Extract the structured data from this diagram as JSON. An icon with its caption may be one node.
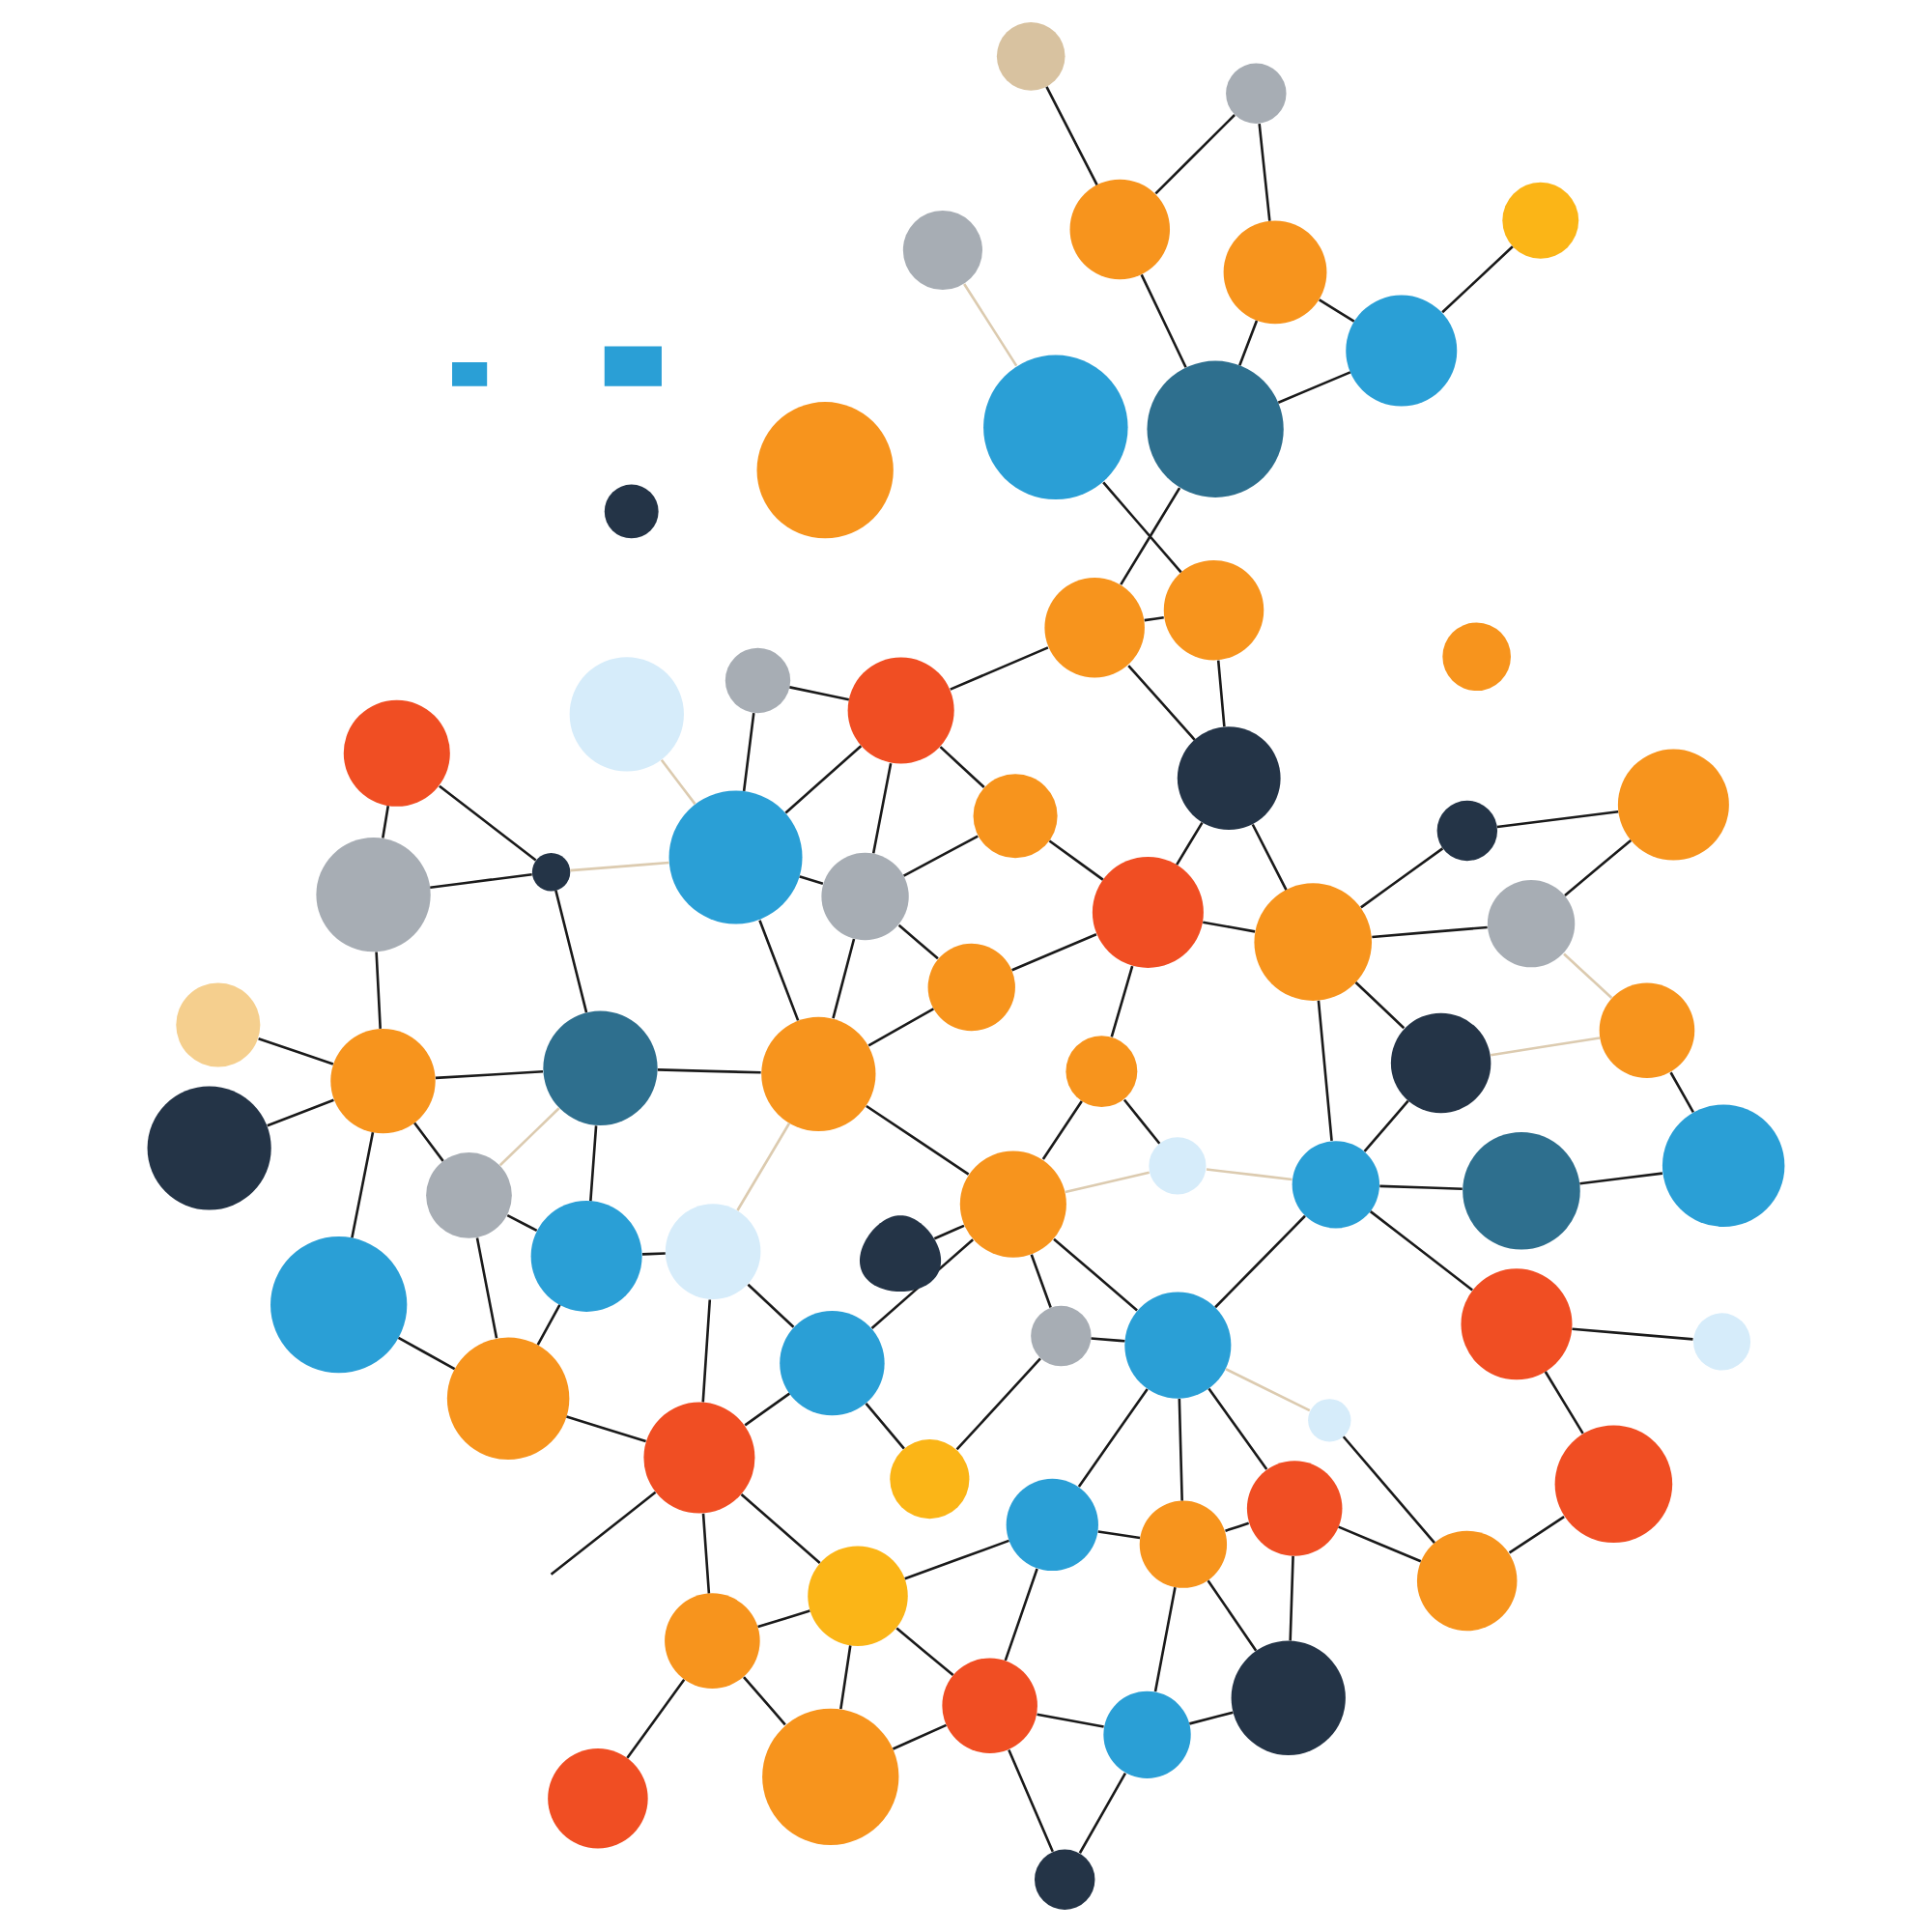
{
  "diagram": {
    "nodes": [
      {
        "text": [],
        "shape": "circle"
      },
      {
        "text": [],
        "shape": "circle"
      },
      {
        "text": [],
        "shape": "circle"
      },
      {
        "text": [],
        "shape": "circle"
      },
      {
        "text": [],
        "shape": "circle"
      },
      {
        "text": [],
        "shape": "circle"
      },
      {
        "text": [],
        "shape": "circle"
      },
      {
        "text": [],
        "shape": "circle"
      },
      {
        "text": [],
        "shape": "circle"
      },
      {
        "text": [],
        "shape": "circle"
      },
      {
        "text": [],
        "shape": "circle"
      },
      {
        "text": [],
        "shape": "circle"
      },
      {
        "text": [],
        "shape": "circle"
      },
      {
        "text": [],
        "shape": "circle"
      },
      {
        "text": [],
        "shape": "circle"
      },
      {
        "text": [],
        "shape": "circle"
      },
      {
        "text": [],
        "shape": "circle"
      },
      {
        "text": [],
        "shape": "circle"
      },
      {
        "text": [],
        "shape": "circle"
      },
      {
        "text": [],
        "shape": "circle"
      },
      {
        "text": [],
        "shape": "circle"
      },
      {
        "text": [],
        "shape": "circle"
      },
      {
        "text": [],
        "shape": "circle"
      },
      {
        "text": [],
        "shape": "circle"
      },
      {
        "text": [],
        "shape": "circle"
      },
      {
        "text": [],
        "shape": "circle"
      },
      {
        "text": [],
        "shape": "circle"
      },
      {
        "text": [],
        "shape": "circle"
      },
      {
        "text": [],
        "shape": "circle"
      },
      {
        "text": [],
        "shape": "circle"
      },
      {
        "text": [],
        "shape": "circle"
      },
      {
        "text": [],
        "shape": "circle"
      },
      {
        "text": [],
        "shape": "person"
      },
      {
        "text": [],
        "shape": "circle"
      },
      {
        "text": [],
        "shape": "circle"
      },
      {
        "text": [],
        "shape": "circle"
      },
      {
        "text": [],
        "shape": "circle"
      },
      {
        "text": [],
        "shape": "circle"
      },
      {
        "text": [],
        "shape": "circle"
      },
      {
        "text": [],
        "shape": "circle"
      },
      {
        "text": [],
        "shape": "circle"
      },
      {
        "text": [],
        "shape": "circle"
      },
      {
        "text": [],
        "shape": "circle"
      },
      {
        "text": [],
        "shape": "circle"
      },
      {
        "text": [],
        "shape": "circle"
      },
      {
        "text": [],
        "shape": "box"
      },
      {
        "text": [],
        "shape": "box"
      },
      {
        "text": [],
        "shape": "circle"
      },
      {
        "text": [],
        "shape": "circle"
      },
      {
        "text": [],
        "shape": "circle"
      },
      {
        "text": [],
        "shape": "circle"
      },
      {
        "text": [],
        "shape": "circle"
      },
      {
        "text": [],
        "shape": "circle"
      },
      {
        "text": [],
        "shape": "circle"
      },
      {
        "text": [],
        "shape": "circle"
      },
      {
        "text": [],
        "shape": "circle"
      },
      {
        "text": [],
        "shape": "circle"
      },
      {
        "text": [],
        "shape": "circle"
      },
      {
        "text": [],
        "shape": "circle"
      },
      {
        "text": [],
        "shape": "circle"
      },
      {
        "text": [],
        "shape": "circle"
      },
      {
        "text": [],
        "shape": "circle"
      },
      {
        "text": [],
        "shape": "circle"
      },
      {
        "text": [],
        "shape": "circle"
      },
      {
        "text": [],
        "shape": "circle"
      },
      {
        "text": [],
        "shape": "circle"
      },
      {
        "text": [],
        "shape": "circle"
      },
      {
        "text": [],
        "shape": "circle"
      },
      {
        "text": [],
        "shape": "circle"
      },
      {
        "text": [],
        "shape": "circle"
      },
      {
        "text": [],
        "shape": "circle"
      },
      {
        "text": [],
        "shape": "circle"
      }
    ],
    "edges": [
      {
        "from": 2,
        "to": 6,
        "arrow": "none"
      },
      {
        "from": 1,
        "to": 6,
        "arrow": "none"
      },
      {
        "from": 2,
        "to": 11,
        "arrow": "none"
      },
      {
        "from": 2,
        "to": 12,
        "arrow": "none"
      },
      {
        "from": 6,
        "to": 12,
        "arrow": "none"
      },
      {
        "from": 6,
        "to": 10,
        "arrow": "none"
      },
      {
        "from": 12,
        "to": 10,
        "arrow": "none"
      },
      {
        "from": 11,
        "to": 12,
        "arrow": "none"
      },
      {
        "from": 9,
        "to": 11,
        "arrow": "none"
      },
      {
        "from": 9,
        "to": 18,
        "arrow": "none"
      },
      {
        "from": 11,
        "to": 18,
        "arrow": "none"
      },
      {
        "from": 11,
        "to": 19,
        "arrow": "none"
      },
      {
        "from": 12,
        "to": 19,
        "arrow": "none"
      },
      {
        "from": 10,
        "to": null,
        "arrow": "none"
      },
      {
        "from": 10,
        "to": 22,
        "arrow": "none"
      },
      {
        "from": 10,
        "to": 17,
        "arrow": "none"
      },
      {
        "from": 5,
        "to": 10,
        "arrow": "none"
      },
      {
        "from": 21,
        "to": 22,
        "arrow": "none"
      },
      {
        "from": 17,
        "to": 22,
        "arrow": "none"
      },
      {
        "from": 22,
        "to": 29,
        "arrow": "none"
      },
      {
        "from": 18,
        "to": 23,
        "arrow": "none"
      },
      {
        "from": 18,
        "to": 27,
        "arrow": "none"
      },
      {
        "from": 19,
        "to": 27,
        "arrow": "none"
      },
      {
        "from": 19,
        "to": 37,
        "arrow": "none"
      },
      {
        "from": 23,
        "to": 27,
        "arrow": "none"
      },
      {
        "from": 23,
        "to": 33,
        "arrow": "none"
      },
      {
        "from": 27,
        "to": 33,
        "arrow": "none"
      },
      {
        "from": 27,
        "to": 37,
        "arrow": "none"
      },
      {
        "from": 21,
        "to": 26,
        "arrow": "none"
      },
      {
        "from": 26,
        "to": 29,
        "arrow": "none"
      },
      {
        "from": 26,
        "to": 37,
        "arrow": "none"
      },
      {
        "from": 29,
        "to": 37,
        "arrow": "none"
      },
      {
        "from": 29,
        "to": 28,
        "arrow": "none"
      },
      {
        "from": 29,
        "to": 32,
        "arrow": "none"
      },
      {
        "from": 29,
        "to": 39,
        "arrow": "none"
      },
      {
        "from": 33,
        "to": 37,
        "arrow": "none"
      },
      {
        "from": 33,
        "to": 42,
        "arrow": "none"
      },
      {
        "from": 5,
        "to": 0,
        "arrow": "none"
      },
      {
        "from": 0,
        "to": 8,
        "arrow": "none"
      },
      {
        "from": 5,
        "to": 13,
        "arrow": "none"
      },
      {
        "from": 5,
        "to": 14,
        "arrow": "none"
      },
      {
        "from": 8,
        "to": 3,
        "arrow": "none"
      },
      {
        "from": 8,
        "to": 13,
        "arrow": "none"
      },
      {
        "from": 8,
        "to": 20,
        "arrow": "none"
      },
      {
        "from": 8,
        "to": 16,
        "arrow": "none"
      },
      {
        "from": 8,
        "to": 15,
        "arrow": "none"
      },
      {
        "from": 13,
        "to": 14,
        "arrow": "none"
      },
      {
        "from": 13,
        "to": 20,
        "arrow": "none",
        "color": "#dccbb0"
      },
      {
        "from": 14,
        "to": 17,
        "arrow": "none"
      },
      {
        "from": 14,
        "to": 20,
        "arrow": "none"
      },
      {
        "from": 17,
        "to": 28,
        "arrow": "none",
        "color": "#dccbb0"
      },
      {
        "from": 20,
        "to": 28,
        "arrow": "none"
      },
      {
        "from": 20,
        "to": 24,
        "arrow": "none"
      },
      {
        "from": 15,
        "to": 24,
        "arrow": "none"
      },
      {
        "from": 15,
        "to": 25,
        "arrow": "none"
      },
      {
        "from": 24,
        "to": 25,
        "arrow": "none"
      },
      {
        "from": 24,
        "to": 30,
        "arrow": "none",
        "color": "#dccbb0"
      },
      {
        "from": 28,
        "to": 30,
        "arrow": "none"
      },
      {
        "from": 28,
        "to": 34,
        "arrow": "none"
      },
      {
        "from": 28,
        "to": 35,
        "arrow": "none"
      },
      {
        "from": 30,
        "to": 35,
        "arrow": "none"
      },
      {
        "from": 30,
        "to": 31,
        "arrow": "none",
        "color": "#dccbb0"
      },
      {
        "from": 30,
        "to": 48,
        "arrow": "none"
      },
      {
        "from": 30,
        "to": 40,
        "arrow": "none"
      },
      {
        "from": 34,
        "to": 35,
        "arrow": "none"
      },
      {
        "from": 35,
        "to": 41,
        "arrow": "none"
      },
      {
        "from": 35,
        "to": 48,
        "arrow": "none"
      },
      {
        "from": 34,
        "to": 47,
        "arrow": "none"
      },
      {
        "from": 41,
        "to": 47,
        "arrow": "none"
      },
      {
        "from": 41,
        "to": 48,
        "arrow": "none"
      },
      {
        "from": 39,
        "to": 47,
        "arrow": "none"
      },
      {
        "from": 47,
        "to": 55,
        "arrow": "none"
      },
      {
        "from": 47,
        "to": 61,
        "arrow": "none"
      },
      {
        "from": 48,
        "to": 52,
        "arrow": "none"
      },
      {
        "from": 48,
        "to": 40,
        "arrow": "none"
      },
      {
        "from": 36,
        "to": 44,
        "arrow": "none"
      },
      {
        "from": 44,
        "to": 56,
        "arrow": "none"
      },
      {
        "from": 44,
        "to": 51,
        "arrow": "none"
      },
      {
        "from": 51,
        "to": 60,
        "arrow": "none"
      },
      {
        "from": 52,
        "to": 56,
        "arrow": "none"
      },
      {
        "from": 52,
        "to": 61,
        "arrow": "none"
      },
      {
        "from": 52,
        "to": 62,
        "arrow": "none"
      },
      {
        "from": 61,
        "to": 62,
        "arrow": "none"
      },
      {
        "from": 55,
        "to": 61,
        "arrow": "none"
      },
      {
        "from": 56,
        "to": 60,
        "arrow": "none"
      },
      {
        "from": 56,
        "to": 67,
        "arrow": "none"
      },
      {
        "from": 60,
        "to": 67,
        "arrow": "none"
      },
      {
        "from": 62,
        "to": 69,
        "arrow": "none"
      },
      {
        "from": 66,
        "to": 69,
        "arrow": "none",
        "color": "#dccbb0"
      },
      {
        "from": 67,
        "to": 71,
        "arrow": "none"
      },
      {
        "from": 42,
        "to": 43,
        "arrow": "none"
      },
      {
        "from": 43,
        "to": 37,
        "arrow": "none",
        "color": "#dccbb0"
      },
      {
        "from": 42,
        "to": 57,
        "arrow": "none"
      },
      {
        "from": 57,
        "to": 50,
        "arrow": "none"
      },
      {
        "from": 50,
        "to": 49,
        "arrow": "none"
      },
      {
        "from": 50,
        "to": 53,
        "arrow": "none"
      },
      {
        "from": 37,
        "to": 49,
        "arrow": "none"
      },
      {
        "from": 49,
        "to": 55,
        "arrow": "none"
      },
      {
        "from": 49,
        "to": 54,
        "arrow": "none"
      },
      {
        "from": 49,
        "to": 58,
        "arrow": "none"
      },
      {
        "from": 38,
        "to": 39,
        "arrow": "none"
      },
      {
        "from": 29,
        "to": 38,
        "arrow": "none",
        "color": "#dccbb0"
      },
      {
        "from": 38,
        "to": 49,
        "arrow": "none",
        "color": "#dccbb0"
      },
      {
        "from": 54,
        "to": 55,
        "arrow": "none"
      },
      {
        "from": 54,
        "to": 59,
        "arrow": "none",
        "color": "#dccbb0"
      },
      {
        "from": 55,
        "to": 65,
        "arrow": "none"
      },
      {
        "from": 55,
        "to": 63,
        "arrow": "none"
      },
      {
        "from": 59,
        "to": 65,
        "arrow": "none",
        "color": "#dccbb0"
      },
      {
        "from": 59,
        "to": 70,
        "arrow": "none"
      },
      {
        "from": 58,
        "to": 70,
        "arrow": "none"
      },
      {
        "from": 65,
        "to": 68,
        "arrow": "none"
      },
      {
        "from": 63,
        "to": 68,
        "arrow": "none"
      }
    ]
  }
}
